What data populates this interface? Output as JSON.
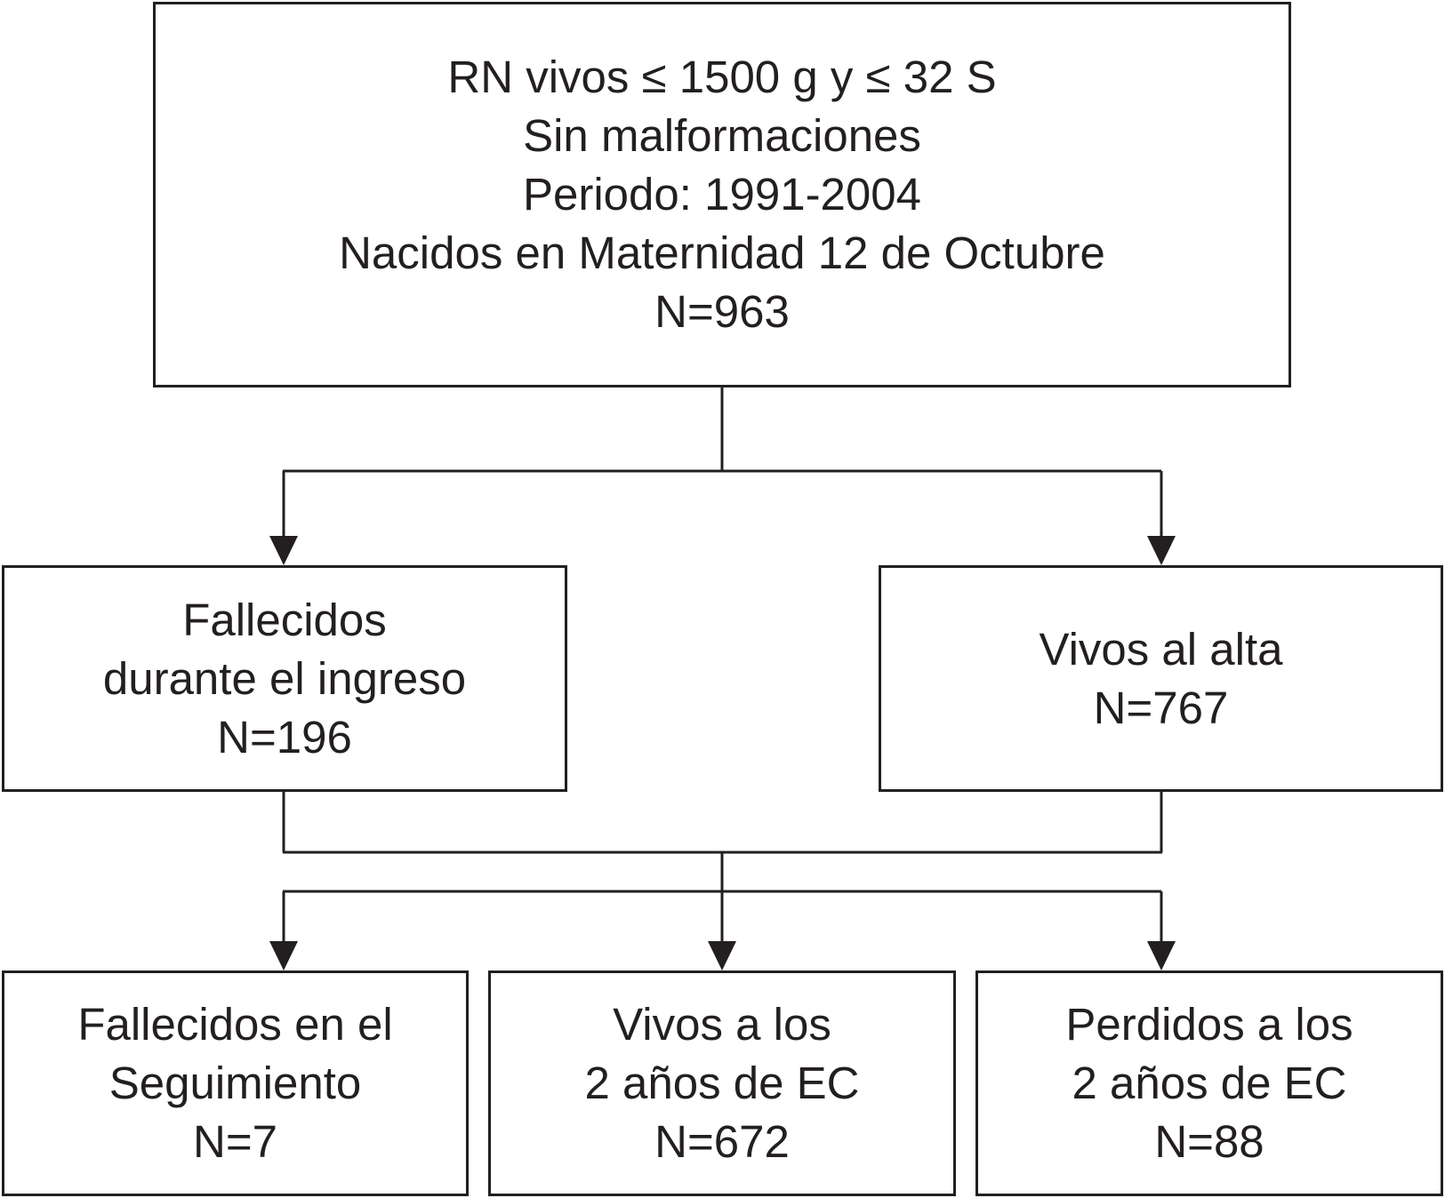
{
  "diagram": {
    "root": {
      "lines": [
        "RN vivos ≤ 1500 g y ≤ 32 S",
        "Sin malformaciones",
        "Periodo: 1991-2004",
        "Nacidos en Maternidad 12 de Octubre",
        "N=963"
      ]
    },
    "level2": [
      {
        "lines": [
          "Fallecidos",
          "durante el ingreso",
          "N=196"
        ]
      },
      {
        "lines": [
          "Vivos al alta",
          "N=767"
        ]
      }
    ],
    "level3": [
      {
        "lines": [
          "Fallecidos en el",
          "Seguimiento",
          "N=7"
        ]
      },
      {
        "lines": [
          "Vivos a los",
          "2 años de EC",
          "N=672"
        ]
      },
      {
        "lines": [
          "Perdidos a los",
          "2 años de EC",
          "N=88"
        ]
      }
    ]
  },
  "colors": {
    "stroke": "#231f20",
    "background": "#ffffff"
  }
}
